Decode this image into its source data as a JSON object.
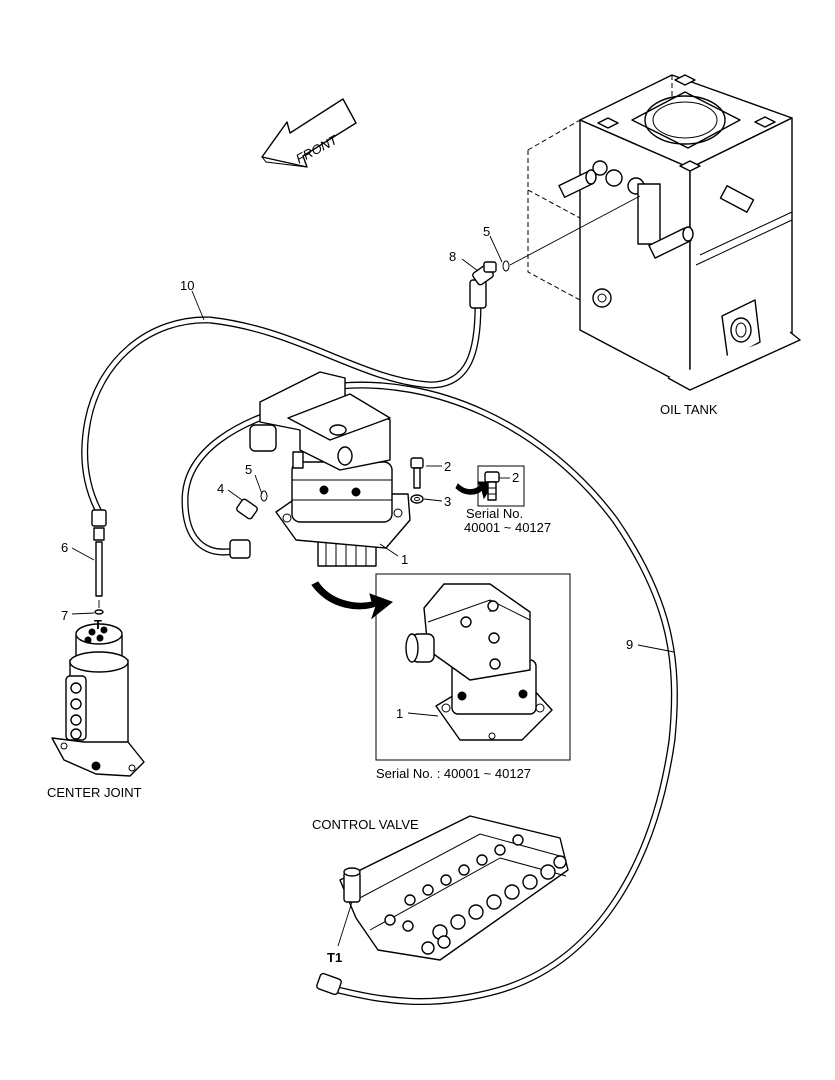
{
  "diagram": {
    "arrow_text": "FRONT",
    "components": {
      "oil_tank": "OIL TANK",
      "center_joint": "CENTER JOINT",
      "control_valve": "CONTROL VALVE"
    },
    "port_labels": {
      "center_joint_port": "T",
      "control_valve_port": "T1"
    },
    "callouts": [
      "1",
      "2",
      "3",
      "4",
      "5",
      "6",
      "7",
      "8",
      "9",
      "10"
    ],
    "detail_small": {
      "part": "2",
      "serial_line1": "Serial No.",
      "serial_line2": "40001 ~ 40127"
    },
    "detail_large": {
      "part": "1",
      "serial": "Serial No. : 40001 ~ 40127"
    }
  },
  "colors": {
    "line": "#000000",
    "background": "#ffffff"
  }
}
